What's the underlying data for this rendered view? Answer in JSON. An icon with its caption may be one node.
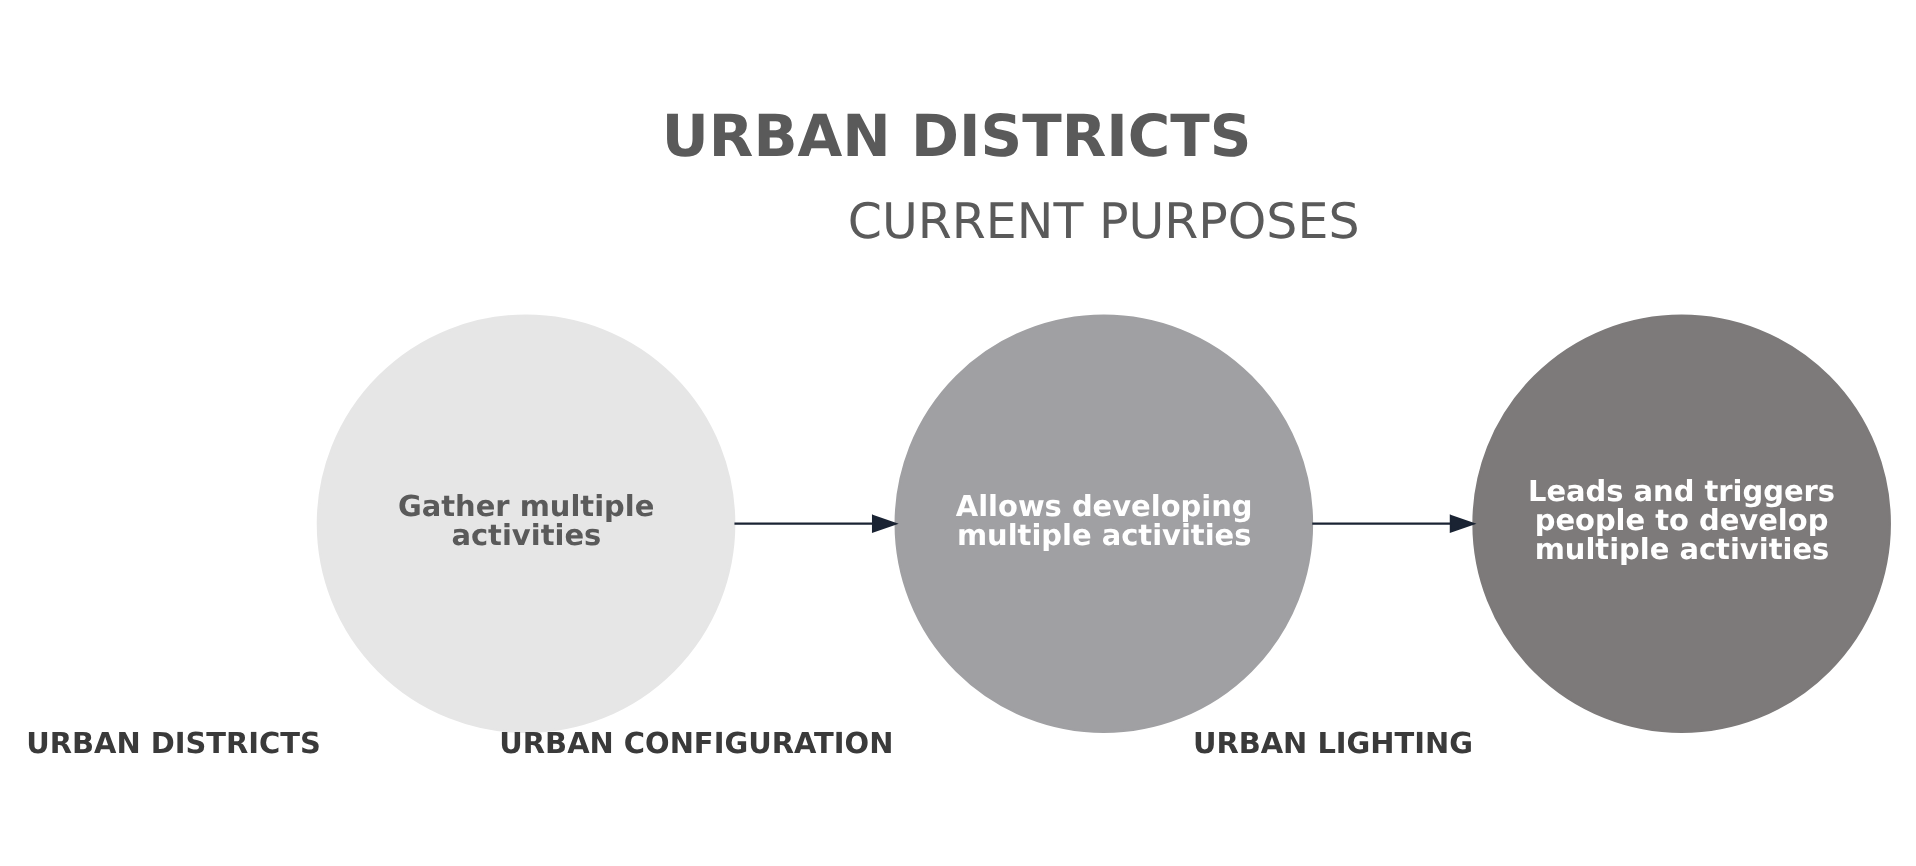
{
  "diagram": {
    "title": "URBAN DISTRICTS",
    "nodes": [
      {
        "text": [
          "Gather multiple activities"
        ],
        "beside": [
          "URBAN DISTRICTS"
        ]
      },
      {
        "text": [
          "Allows developing multiple activities"
        ],
        "beside": [
          "URBAN CONFIGURATION"
        ]
      },
      {
        "text": [
          "Leads and triggers people to develop multiple activities"
        ],
        "beside": [
          "URBAN LIGHTING"
        ]
      }
    ],
    "edges": [
      {
        "from": 0,
        "to": 1,
        "arrow": "to"
      },
      {
        "from": 1,
        "to": 2,
        "arrow": "to"
      }
    ],
    "labels": [
      "CURRENT PURPOSES"
    ]
  }
}
